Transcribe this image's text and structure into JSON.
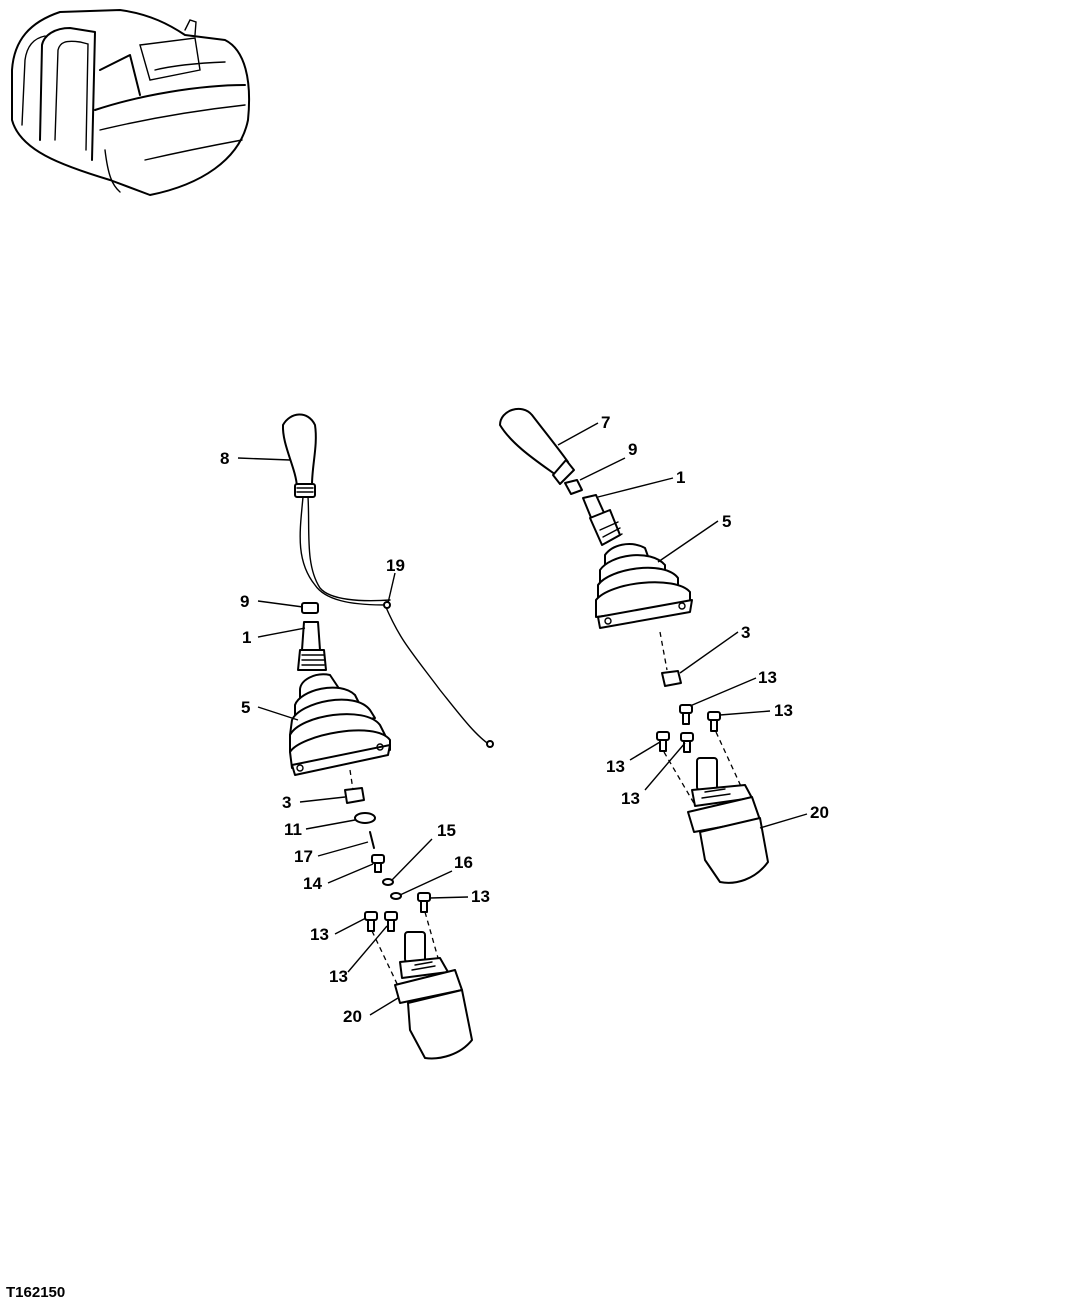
{
  "figure_id": "T162150",
  "callouts": {
    "c8": "8",
    "c9a": "9",
    "c1a": "1",
    "c19": "19",
    "c5a": "5",
    "c3a": "3",
    "c11": "11",
    "c17": "17",
    "c14": "14",
    "c15": "15",
    "c16": "16",
    "c13a": "13",
    "c13b": "13",
    "c13c": "13",
    "c20a": "20",
    "c7": "7",
    "c9b": "9",
    "c1b": "1",
    "c5b": "5",
    "c3b": "3",
    "c13d": "13",
    "c13e": "13",
    "c13f": "13",
    "c13g": "13",
    "c20b": "20"
  }
}
